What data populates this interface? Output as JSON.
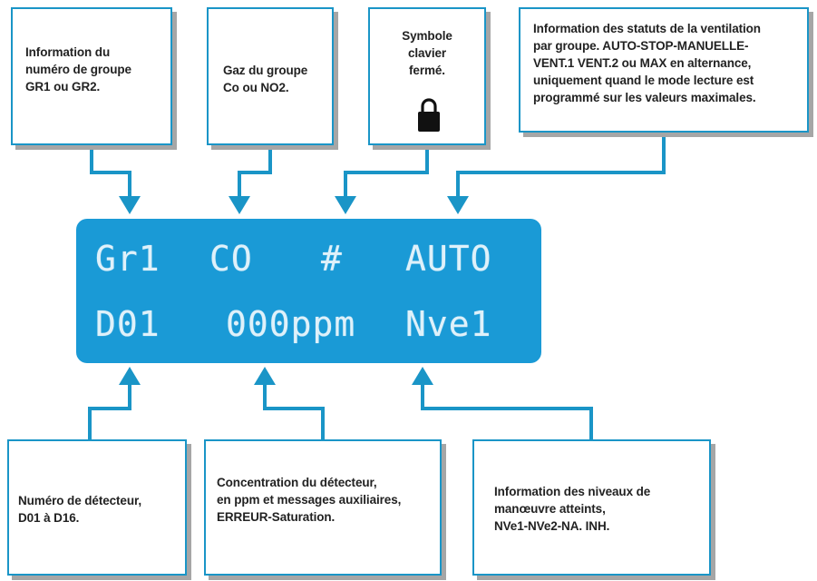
{
  "callouts": {
    "group": "Information du\nnuméro de groupe\nGR1 ou GR2.",
    "gas": "Gaz du groupe\nCo ou NO2.",
    "lock": "Symbole\nclavier\nfermé.",
    "status": "Information des statuts de la ventilation\npar groupe. AUTO-STOP-MANUELLE-\nVENT.1 VENT.2 ou MAX en alternance,\nuniquement quand le mode lecture est\nprogrammé sur les valeurs maximales.",
    "detector": "Numéro de détecteur,\nD01 à D16.",
    "concentration": "Concentration du détecteur,\nen ppm et messages auxiliaires,\nERREUR-Saturation.",
    "levels": "Information des niveaux de\nmanœuvre atteints,\nNVe1-NVe2-NA. INH."
  },
  "display": {
    "row1": {
      "group": "Gr1",
      "gas": "CO",
      "lock": "#",
      "status": "AUTO"
    },
    "row2": {
      "detector": "D01",
      "concentration": "000ppm",
      "level": "Nve1"
    }
  },
  "colors": {
    "accent": "#1a95c7",
    "lcd_background": "#1a9ad6",
    "lcd_text": "#dff1fa",
    "shadow": "#a6a6a6"
  },
  "icons": {
    "lock": "lock-icon"
  }
}
